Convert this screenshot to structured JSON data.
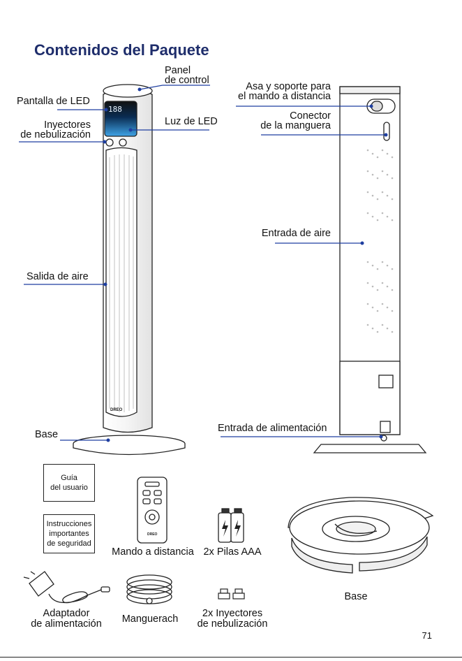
{
  "page": {
    "title": "Contenidos del Paquete",
    "page_number": "71"
  },
  "front_labels": {
    "panel": "Panel",
    "panel2": "de control",
    "led_screen": "Pantalla de LED",
    "nozzles": "Inyectores",
    "nozzles2": "de nebulización",
    "led_light": "Luz de LED",
    "air_outlet": "Salida de aire",
    "base": "Base"
  },
  "back_labels": {
    "handle": "Asa y soporte para",
    "handle2": "el mando a distancia",
    "hose_conn": "Conector",
    "hose_conn2": "de la manguera",
    "air_inlet": "Entrada de aire",
    "power_inlet": "Entrada de alimentación"
  },
  "device": {
    "display": "188",
    "brand": "DREO"
  },
  "items": {
    "guide_l1": "Guía",
    "guide_l2": "del usuario",
    "safety_l1": "Instrucciones",
    "safety_l2": "importantes",
    "safety_l3": "de seguridad",
    "remote": "Mando a distancia",
    "batteries": "2x Pilas AAA",
    "base": "Base",
    "adapter_l1": "Adaptador",
    "adapter_l2": "de alimentación",
    "hose": "Manguerach",
    "nozzles_l1": "2x Inyectores",
    "nozzles_l2": "de nebulización"
  },
  "colors": {
    "title": "#1e2d6b",
    "callout": "#1f3fa0",
    "led": "#2f88c8"
  }
}
